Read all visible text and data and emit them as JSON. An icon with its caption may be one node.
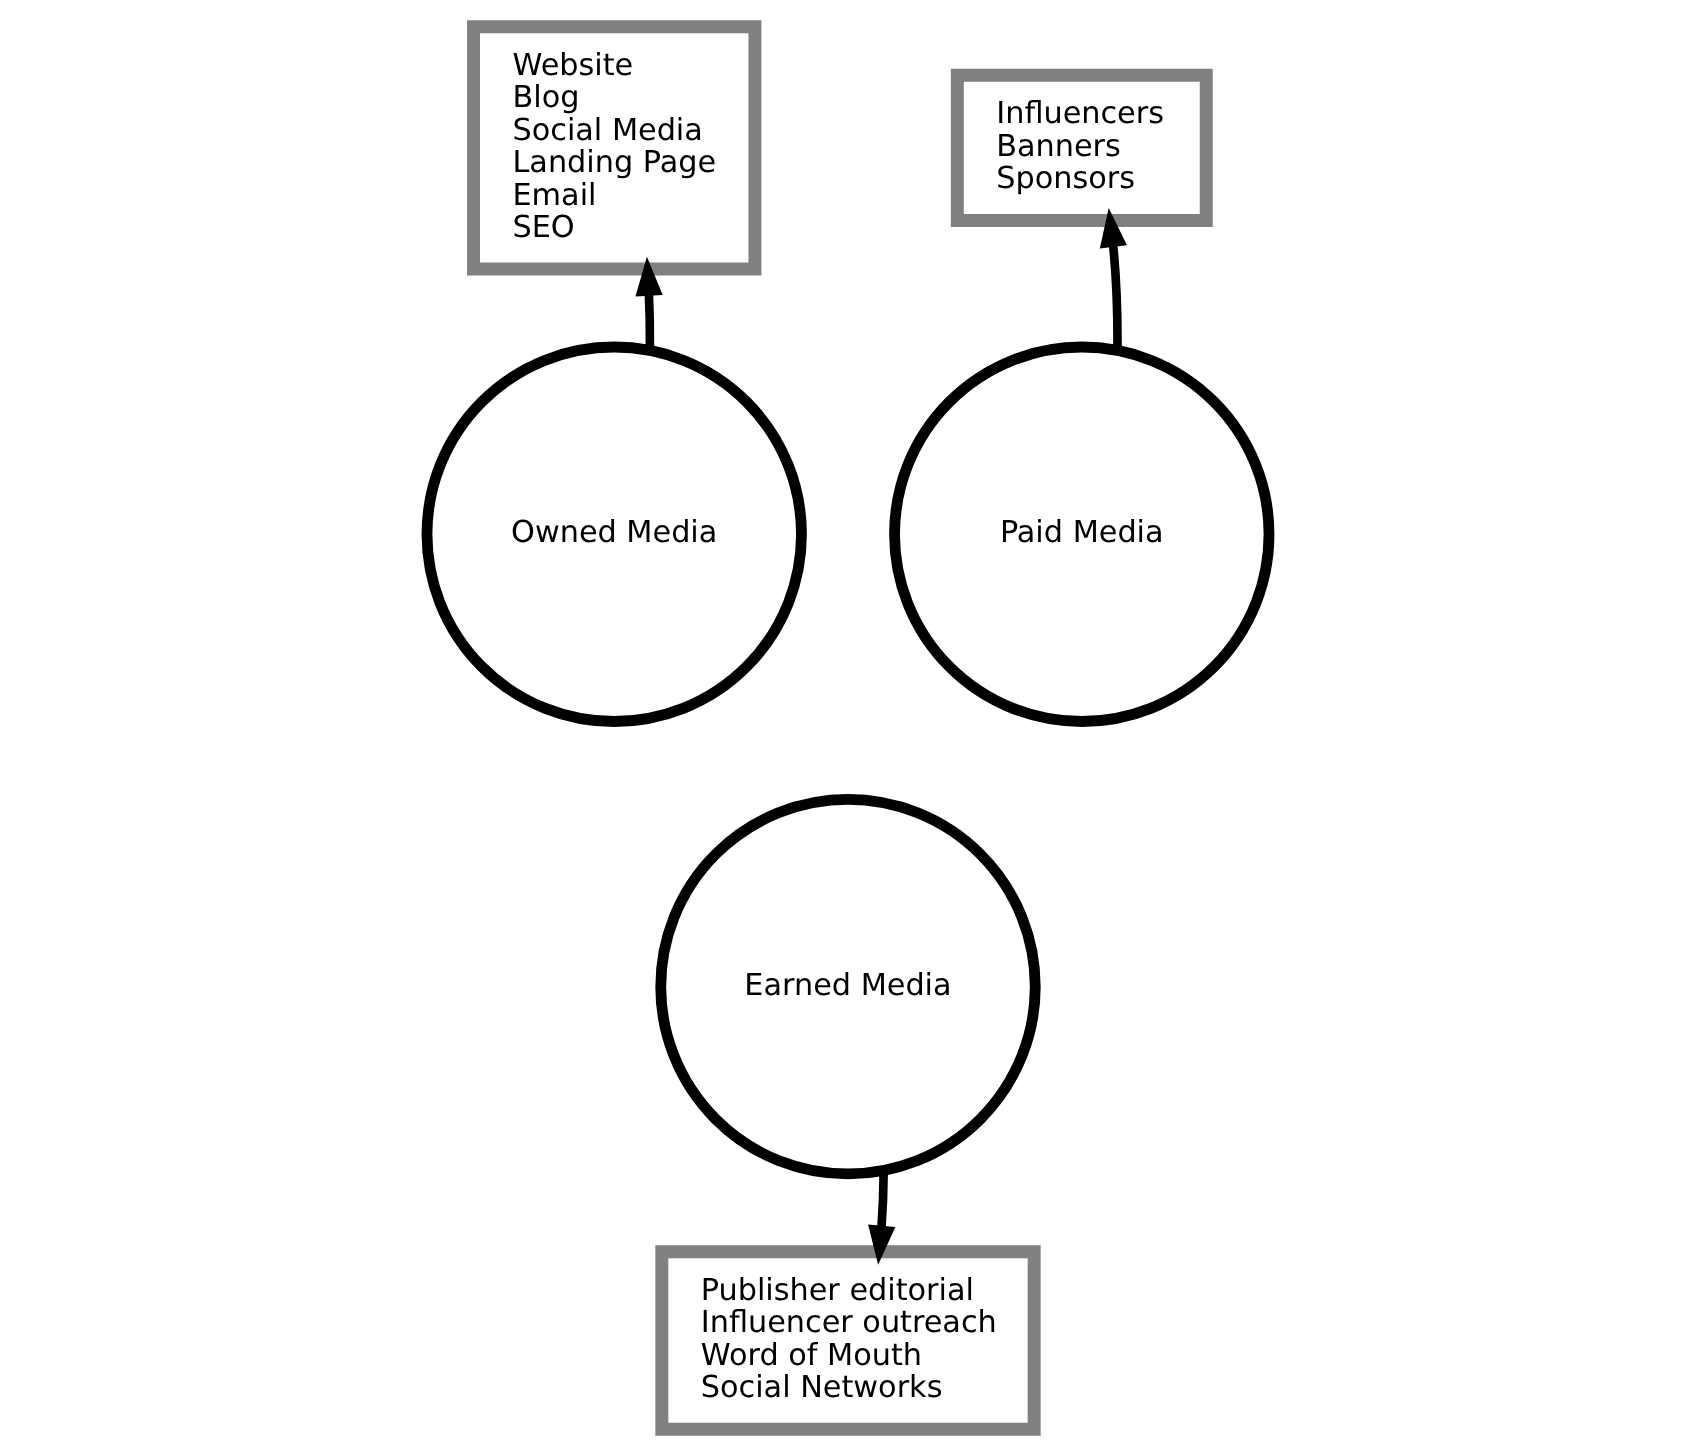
{
  "diagram": {
    "nodes": [
      {
        "text": [
          "Paid Media"
        ]
      },
      {
        "text": [
          "Owned Media"
        ]
      },
      {
        "text": [
          "Earned Media"
        ]
      },
      {
        "text": [
          "Influencers",
          "Banners",
          "Sponsors"
        ]
      },
      {
        "text": [
          "Website",
          "Blog",
          "Social Media",
          "Landing Page",
          "Email",
          "SEO"
        ]
      },
      {
        "text": [
          "Publisher editorial",
          "Influencer outreach",
          "Word of Mouth",
          "Social Networks"
        ]
      }
    ],
    "edges": [
      {
        "from": 0,
        "to": 3,
        "arrow": "to"
      },
      {
        "from": 1,
        "to": 4,
        "arrow": "to"
      },
      {
        "from": 2,
        "to": 5,
        "arrow": "to"
      }
    ]
  }
}
